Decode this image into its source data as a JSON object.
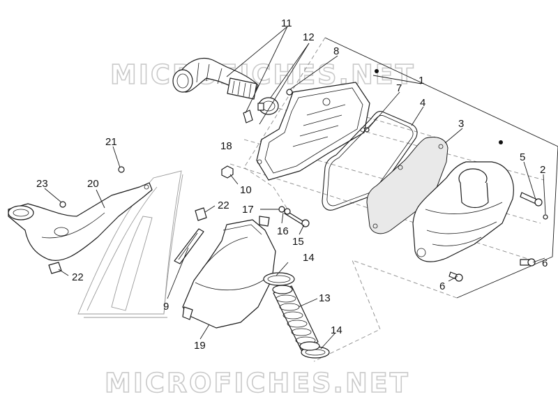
{
  "watermark": "MICROFICHES.NET",
  "callouts": {
    "c1": "1",
    "c2": "2",
    "c3": "3",
    "c4": "4",
    "c5": "5",
    "c6a": "6",
    "c6b": "6",
    "c7": "7",
    "c8": "8",
    "c9": "9",
    "c10": "10",
    "c11": "11",
    "c12": "12",
    "c13": "13",
    "c14a": "14",
    "c14b": "14",
    "c15": "15",
    "c16": "16",
    "c17": "17",
    "c18": "18",
    "c19": "19",
    "c20": "20",
    "c21": "21",
    "c22a": "22",
    "c22b": "22",
    "c23": "23"
  },
  "colors": {
    "line": "#1a1a1a",
    "watermark_stroke": "#c9c9c9",
    "dashed": "#8a8a8a"
  }
}
